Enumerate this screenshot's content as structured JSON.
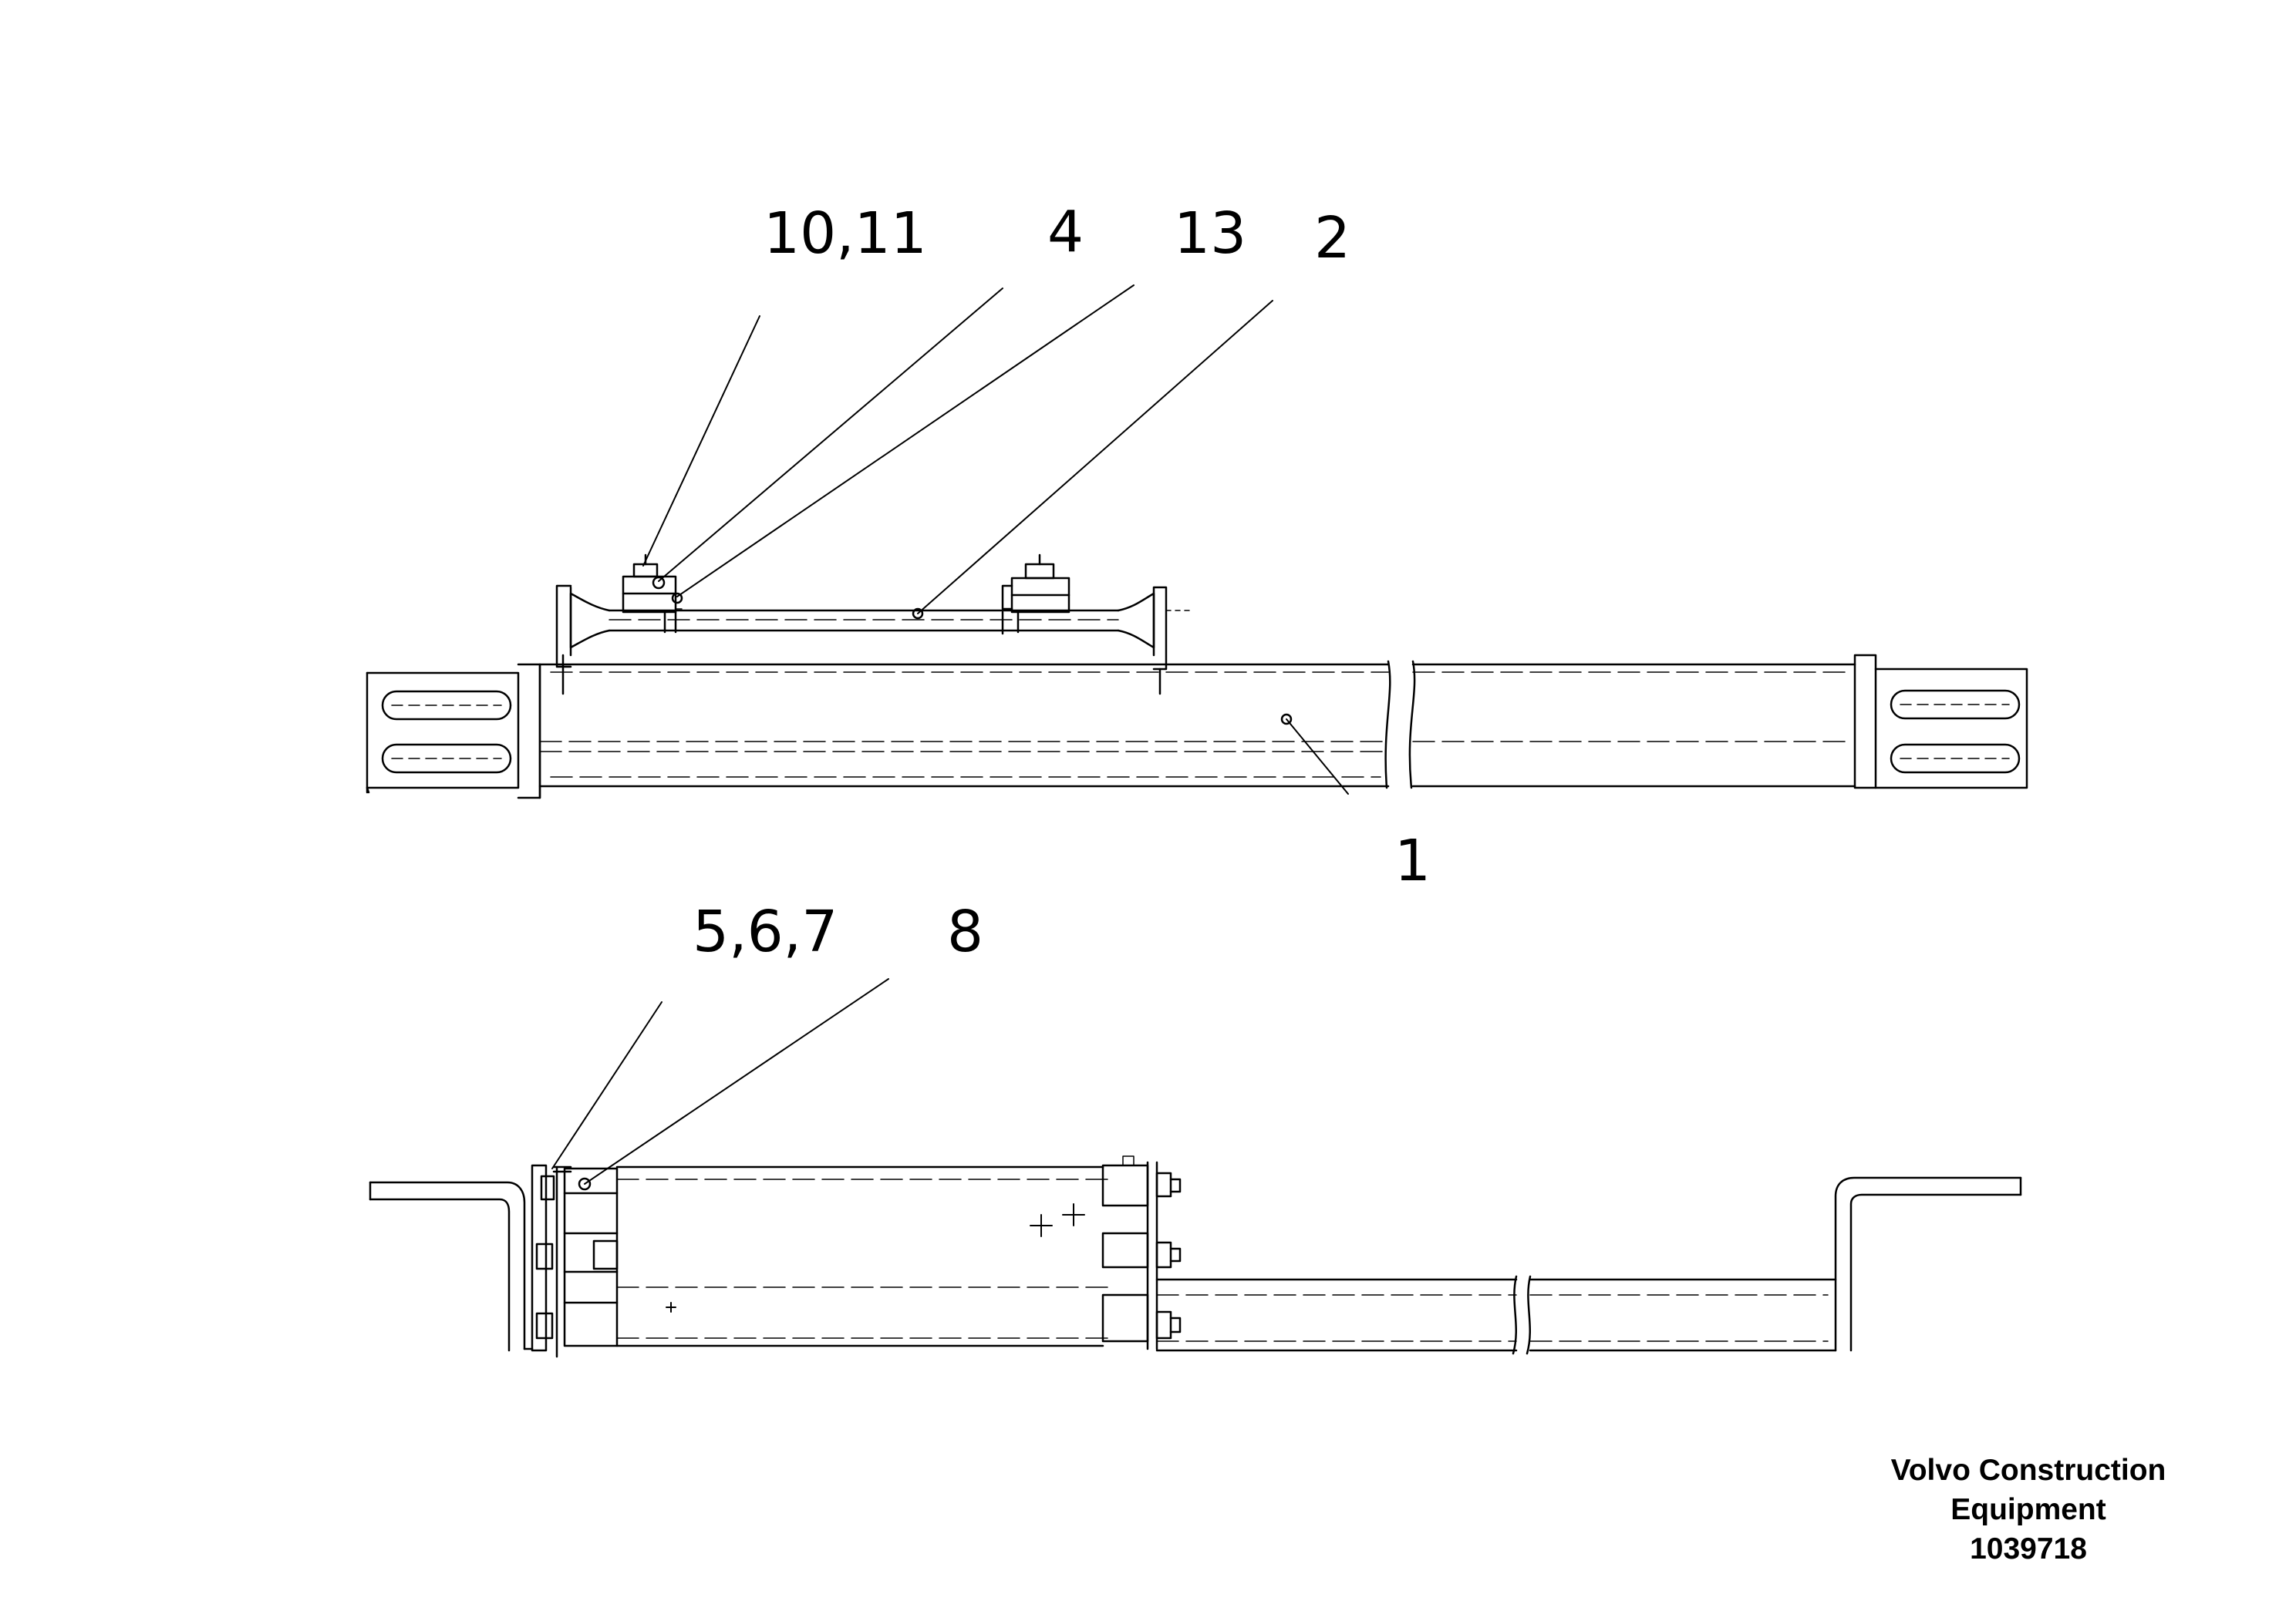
{
  "callouts": {
    "top": [
      {
        "label": "10,11"
      },
      {
        "label": "4"
      },
      {
        "label": "13"
      },
      {
        "label": "2"
      },
      {
        "label": "1"
      }
    ],
    "bottom": [
      {
        "label": "5,6,7"
      },
      {
        "label": "8"
      }
    ]
  },
  "credit": {
    "company_line1": "Volvo Construction",
    "company_line2": "Equipment",
    "part_number": "1039718"
  },
  "colors": {
    "line": "#000000",
    "background": "#ffffff"
  }
}
